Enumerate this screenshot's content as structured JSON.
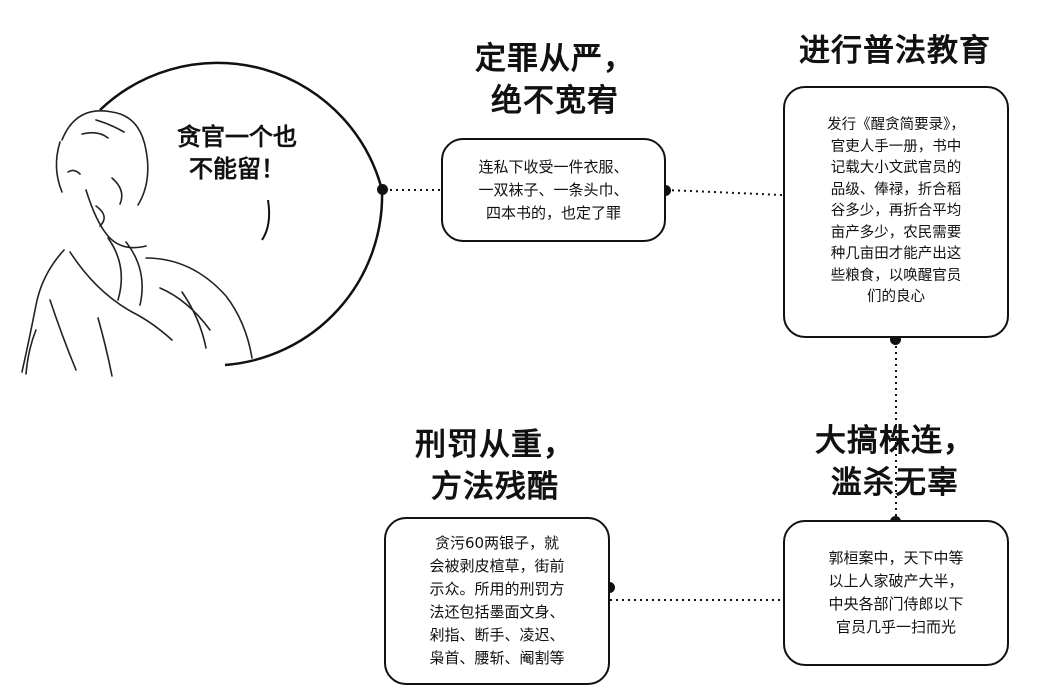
{
  "speech": {
    "text": "贪官一个也\n不能留！"
  },
  "nodes": [
    {
      "id": "strict",
      "title": "定罪从严，\n绝不宽宥",
      "text": "连私下收受一件衣服、\n一双袜子、一条头巾、\n四本书的，也定了罪"
    },
    {
      "id": "education",
      "title": "进行普法教育",
      "text": "发行《醒贪简要录》，\n官吏人手一册，书中\n记载大小文武官员的\n品级、俸禄，折合稻\n谷多少，再折合平均\n亩产多少，农民需要\n种几亩田才能产出这\n些粮食，以唤醒官员\n们的良心"
    },
    {
      "id": "implication",
      "title": "大搞株连，\n滥杀无辜",
      "text": "郭桓案中，天下中等\n以上人家破产大半，\n中央各部门侍郎以下\n官员几乎一扫而光"
    },
    {
      "id": "punishment",
      "title": "刑罚从重，\n方法残酷",
      "text": "贪污60两银子，就\n会被剥皮楦草，街前\n示众。所用的刑罚方\n法还包括墨面文身、\n剁指、断手、凌迟、\n枭首、腰斩、阉割等"
    }
  ]
}
